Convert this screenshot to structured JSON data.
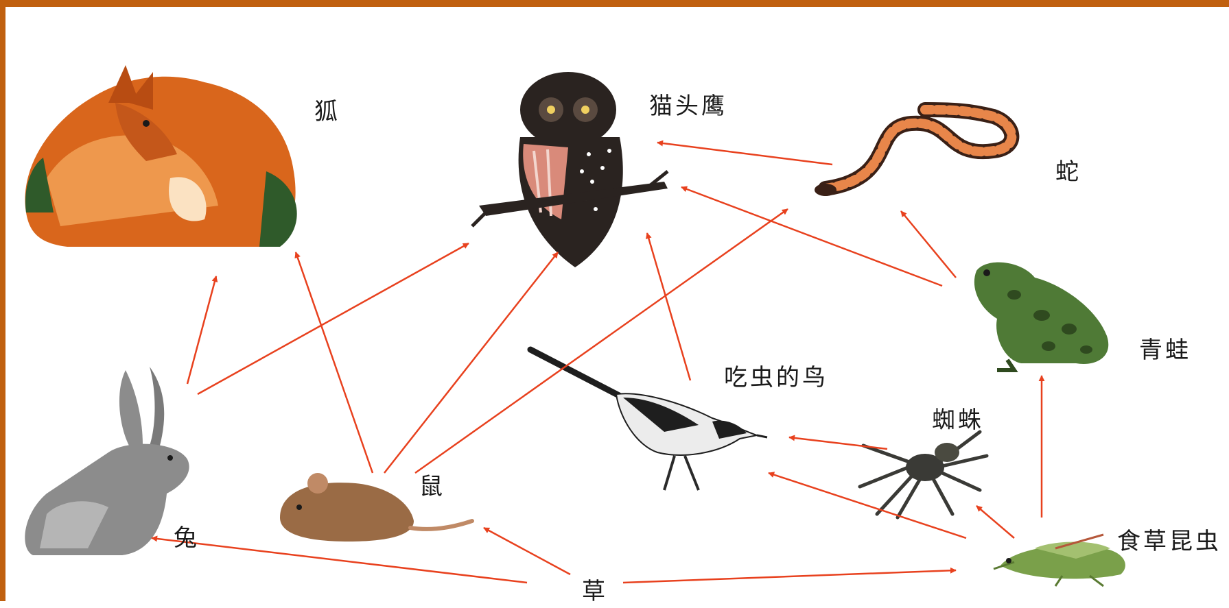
{
  "organisms": {
    "fox": "狐",
    "owl": "猫头鹰",
    "snake": "蛇",
    "frog": "青蛙",
    "insect_bird": "吃虫的鸟",
    "spider": "蜘蛛",
    "mouse": "鼠",
    "rabbit": "兔",
    "grass": "草",
    "herbivorous_insect": "食草昆虫"
  },
  "food_links": [
    {
      "from": "rabbit",
      "to": "fox"
    },
    {
      "from": "mouse",
      "to": "fox"
    },
    {
      "from": "rabbit",
      "to": "owl"
    },
    {
      "from": "mouse",
      "to": "owl"
    },
    {
      "from": "mouse",
      "to": "snake"
    },
    {
      "from": "snake",
      "to": "owl"
    },
    {
      "from": "frog",
      "to": "owl"
    },
    {
      "from": "insect_bird",
      "to": "owl"
    },
    {
      "from": "frog",
      "to": "snake"
    },
    {
      "from": "spider",
      "to": "insect_bird"
    },
    {
      "from": "herbivorous_insect",
      "to": "insect_bird"
    },
    {
      "from": "herbivorous_insect",
      "to": "spider"
    },
    {
      "from": "herbivorous_insect",
      "to": "frog"
    },
    {
      "from": "grass",
      "to": "rabbit"
    },
    {
      "from": "grass",
      "to": "mouse"
    },
    {
      "from": "grass",
      "to": "herbivorous_insect"
    }
  ],
  "colors": {
    "border": "#c0600f",
    "arrow": "#e8411e",
    "fox": "#d9661c",
    "owl": "#2a2320",
    "snake": "#c8572a",
    "frog": "#4f7a36",
    "bird": "#e8e8e8",
    "spider": "#3a3a36",
    "mouse": "#9a6b45",
    "rabbit": "#8c8c8c",
    "grasshopper": "#7aa04a"
  }
}
